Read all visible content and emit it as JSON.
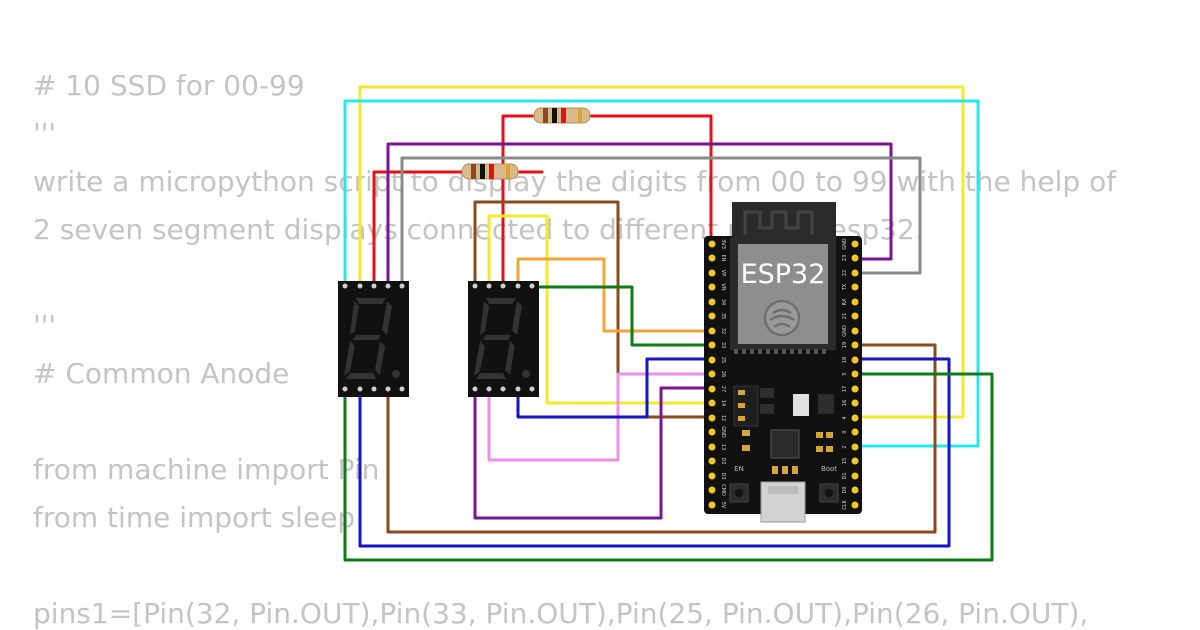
{
  "code_lines": [
    "# 10 SSD for 00-99",
    "'''",
    "write a micropython script to display the digits from 00 to 99 with the help of",
    "2 seven segment displays connected to different pins of esp32.",
    "",
    "'''",
    "# Common Anode",
    "",
    "from machine import Pin",
    "from time import sleep",
    "",
    "pins1=[Pin(32, Pin.OUT),Pin(33, Pin.OUT),Pin(25, Pin.OUT),Pin(26, Pin.OUT),"
  ],
  "board": {
    "chip_label": "ESP32",
    "button_en": "EN",
    "button_boot": "Boot",
    "left_pins": [
      "3V3",
      "EN",
      "VP",
      "VN",
      "34",
      "35",
      "32",
      "33",
      "25",
      "26",
      "27",
      "14",
      "12",
      "GND",
      "13",
      "D2",
      "D3",
      "CMD",
      "5V"
    ],
    "right_pins": [
      "GND",
      "23",
      "22",
      "TX",
      "RX",
      "21",
      "GND",
      "19",
      "18",
      "5",
      "17",
      "16",
      "4",
      "0",
      "2",
      "15",
      "D1",
      "D0",
      "CLK"
    ]
  },
  "colors": {
    "yellow": "#f4ea2a",
    "cyan": "#24e8ec",
    "red": "#e3101a",
    "purple": "#7a1490",
    "gray": "#8a8a8a",
    "brown": "#8b4a1c",
    "orange": "#f2a434",
    "green": "#0e7c14",
    "pink": "#ef8eea",
    "blue": "#1414c8",
    "code_text": "#c4c4c4",
    "board": "#111111"
  },
  "icons": [
    "espressif-logo-icon",
    "seven-segment-display-icon",
    "resistor-icon",
    "micro-usb-connector-icon",
    "push-button-icon"
  ]
}
